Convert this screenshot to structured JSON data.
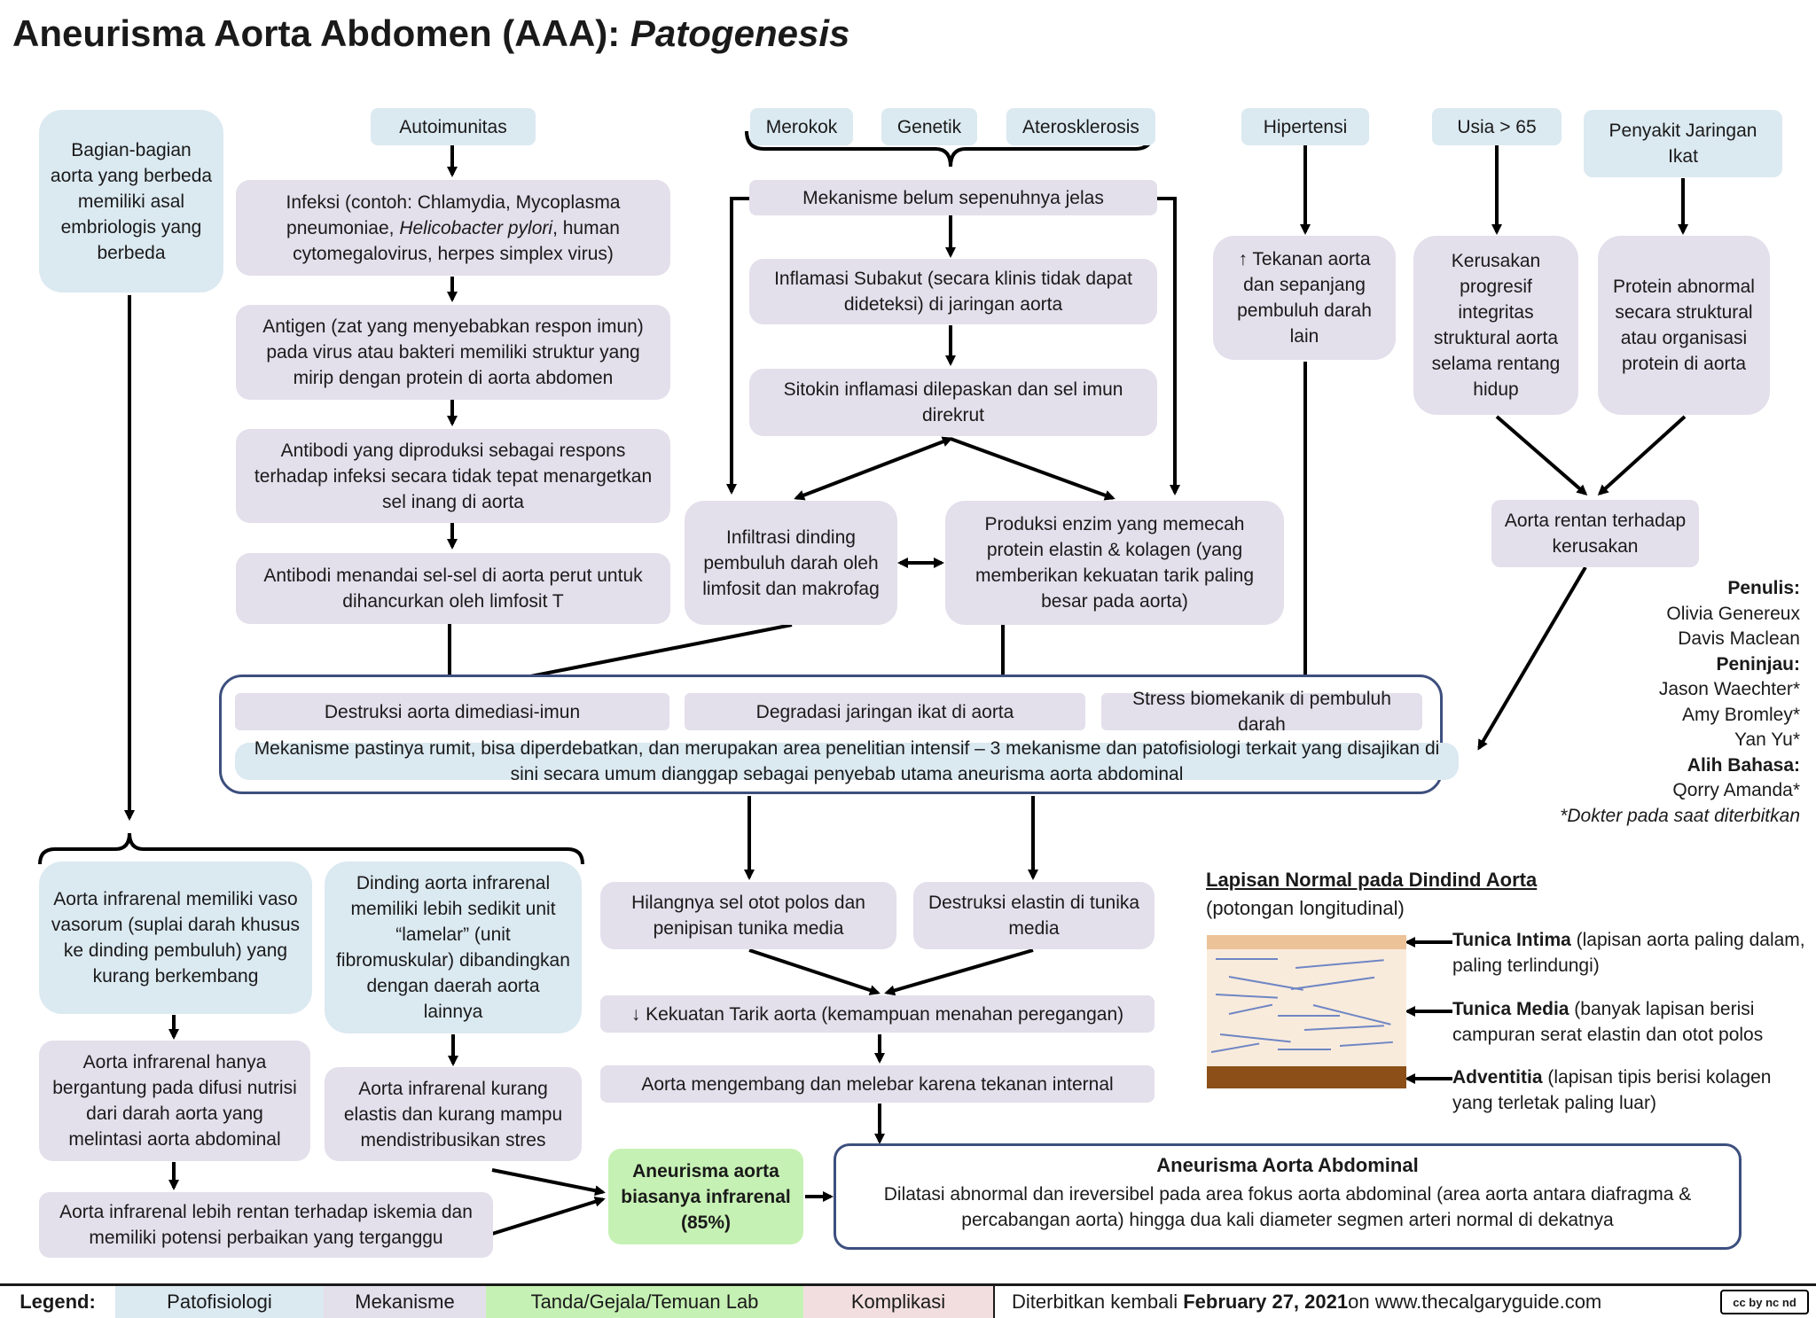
{
  "title": {
    "main": "Aneurisma Aorta Abdomen (AAA):",
    "sub": "Patogenesis"
  },
  "top_factors": {
    "autoimunitas": "Autoimunitas",
    "merokok": "Merokok",
    "genetik": "Genetik",
    "aterosklerosis": "Aterosklerosis",
    "hipertensi": "Hipertensi",
    "usia": "Usia > 65",
    "penyakit_jaringan": "Penyakit Jaringan Ikat"
  },
  "left": {
    "asal": "Bagian-bagian aorta yang berbeda memiliki asal embriologis yang berbeda"
  },
  "autoimmune": {
    "infeksi_pre": "Infeksi (contoh: Chlamydia, Mycoplasma pneumoniae, ",
    "infeksi_italic": "Helicobacter pylori",
    "infeksi_post": ", human cytomegalovirus, herpes simplex virus)",
    "antigen": "Antigen (zat yang menyebabkan respon imun) pada virus atau bakteri memiliki struktur yang mirip dengan protein di aorta abdomen",
    "antibodi1": "Antibodi yang diproduksi sebagai respons terhadap infeksi secara tidak tepat menargetkan sel inang di aorta",
    "antibodi2": "Antibodi menandai sel-sel di aorta perut untuk dihancurkan oleh limfosit T"
  },
  "center": {
    "mekanisme": "Mekanisme belum sepenuhnya jelas",
    "inflamasi": "Inflamasi Subakut (secara klinis tidak dapat dideteksi) di jaringan aorta",
    "sitokin": "Sitokin inflamasi dilepaskan dan sel imun direkrut",
    "infiltrasi": "Infiltrasi dinding pembuluh darah oleh limfosit dan makrofag",
    "produksi": "Produksi enzim yang memecah protein elastin & kolagen (yang memberikan kekuatan tarik paling besar pada aorta)"
  },
  "right": {
    "tekanan": "↑ Tekanan aorta dan sepanjang pembuluh darah lain",
    "kerusakan": "Kerusakan progresif integritas struktural aorta selama rentang hidup",
    "protein": "Protein abnormal secara struktural atau organisasi protein di aorta",
    "rentan": "Aorta rentan terhadap kerusakan"
  },
  "mechanisms": {
    "destruksi": "Destruksi aorta dimediasi-imun",
    "degradasi": "Degradasi jaringan ikat di aorta",
    "stress": "Stress biomekanik di pembuluh darah",
    "note": "Mekanisme pastinya rumit, bisa diperdebatkan, dan merupakan area penelitian intensif – 3 mekanisme dan patofisiologi terkait yang disajikan di sini secara umum dianggap sebagai penyebab utama aneurisma aorta abdominal"
  },
  "credits": {
    "penulis_h": "Penulis:",
    "penulis1": "Olivia Genereux",
    "penulis2": "Davis Maclean",
    "peninjau_h": "Peninjau:",
    "peninjau1": "Jason Waechter*",
    "peninjau2": "Amy Bromley*",
    "peninjau3": "Yan Yu*",
    "alih_h": "Alih Bahasa:",
    "alih1": "Qorry Amanda*",
    "note": "*Dokter pada saat diterbitkan"
  },
  "lower_left": {
    "vaso": "Aorta infrarenal memiliki vaso vasorum (suplai darah khusus ke dinding pembuluh) yang kurang berkembang",
    "dinding": "Dinding aorta infrarenal memiliki lebih sedikit unit “lamelar” (unit fibromuskular) dibandingkan dengan daerah aorta lainnya",
    "difusi": "Aorta infrarenal hanya bergantung pada difusi nutrisi dari darah aorta yang melintasi aorta abdominal",
    "elastis": "Aorta infrarenal kurang elastis dan kurang mampu mendistribusikan stres",
    "iskemia": "Aorta infrarenal lebih rentan terhadap iskemia dan memiliki potensi perbaikan yang terganggu"
  },
  "lower_center": {
    "hilangnya": "Hilangnya sel otot polos dan penipisan tunika media",
    "destruksi_elastin": "Destruksi elastin di tunika media",
    "kekuatan": "↓ Kekuatan Tarik aorta (kemampuan menahan peregangan)",
    "mengembang": "Aorta mengembang dan melebar karena tekanan internal",
    "aneurisma_infrarenal": "Aneurisma aorta biasanya infrarenal (85%)"
  },
  "aaa": {
    "title": "Aneurisma Aorta Abdominal",
    "desc": "Dilatasi abnormal dan ireversibel pada area fokus aorta abdominal (area aorta antara diafragma & percabangan aorta) hingga dua kali diameter segmen arteri normal di dekatnya"
  },
  "layers": {
    "title": "Lapisan Normal pada Dindind Aorta",
    "subtitle": "(potongan longitudinal)",
    "intima_b": "Tunica Intima",
    "intima_t": " (lapisan aorta paling dalam, paling terlindungi)",
    "media_b": "Tunica Media",
    "media_t": " (banyak lapisan berisi campuran serat elastin dan otot polos",
    "adv_b": "Adventitia",
    "adv_t": " (lapisan tipis berisi kolagen yang terletak paling luar)",
    "colors": {
      "intima": "#ecc298",
      "media": "#f9ebdc",
      "adventitia": "#8b4f17",
      "fiber": "#6f86c4"
    }
  },
  "legend": {
    "label": "Legend:",
    "pato": "Patofisiologi",
    "mek": "Mekanisme",
    "tanda": "Tanda/Gejala/Temuan Lab",
    "komp": "Komplikasi",
    "pub_pre": "Diterbitkan kembali ",
    "pub_date": "February 27, 2021",
    "pub_post": " on www.thecalgaryguide.com",
    "license": "cc by nc nd",
    "colors": {
      "pato": "#dbe9f1",
      "mek": "#e3dfeb",
      "tanda": "#c6f1b4",
      "komp": "#f2dede"
    }
  }
}
